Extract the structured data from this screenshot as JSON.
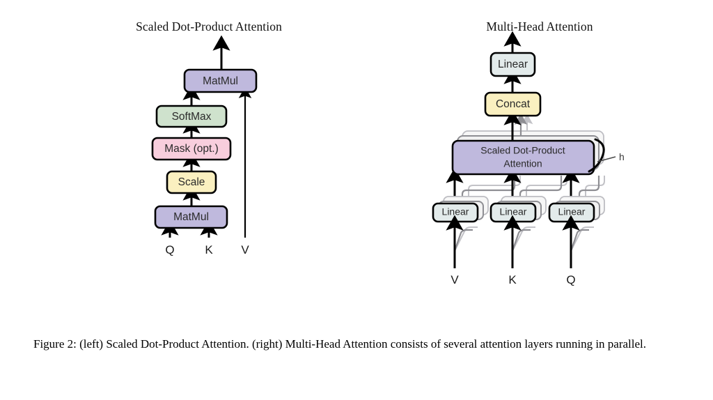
{
  "figure": {
    "caption": "Figure 2:  (left) Scaled Dot-Product Attention.  (right) Multi-Head Attention consists of several attention layers running in parallel."
  },
  "palette": {
    "purple": "#bfb9dd",
    "green": "#cfe2cd",
    "pink": "#f8cedd",
    "yellow": "#faf0c0",
    "gray_blue": "#e3ebeb",
    "border": "#000000",
    "background": "#ffffff"
  },
  "left_panel": {
    "title": "Scaled Dot-Product Attention",
    "boxes": [
      {
        "label": "MatMul",
        "color": "purple"
      },
      {
        "label": "SoftMax",
        "color": "green"
      },
      {
        "label": "Mask (opt.)",
        "color": "pink"
      },
      {
        "label": "Scale",
        "color": "yellow"
      },
      {
        "label": "MatMul",
        "color": "purple"
      }
    ],
    "inputs": [
      "Q",
      "K",
      "V"
    ]
  },
  "right_panel": {
    "title": "Multi-Head Attention",
    "boxes": [
      {
        "label": "Linear",
        "color": "gray_blue"
      },
      {
        "label": "Concat",
        "color": "yellow"
      },
      {
        "label": "Scaled Dot-Product",
        "label2": "Attention",
        "color": "purple"
      },
      {
        "label": "Linear",
        "color": "gray_blue"
      },
      {
        "label": "Linear",
        "color": "gray_blue"
      },
      {
        "label": "Linear",
        "color": "gray_blue"
      }
    ],
    "heads_label": "h",
    "inputs": [
      "V",
      "K",
      "Q"
    ]
  }
}
